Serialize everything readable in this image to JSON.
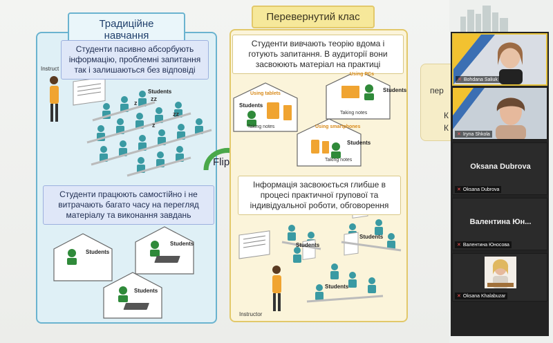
{
  "slide": {
    "traditional": {
      "title": "Традиційне навчання",
      "note_top": "Студенти пасивно абсорбують інформацію, проблемні запитання так і залишаються без відповіді",
      "note_bottom": "Студенти працюють самостійно і не витрачають багато часу на перегляд матеріалу та виконання завдань",
      "instructor_label": "Instruct",
      "students_label": "Students"
    },
    "flipped": {
      "title": "Перевернутий клас",
      "note_top": "Студенти вивчають теорію вдома і готують запитання. В аудиторії вони засвоюють матеріал на практиці",
      "note_bottom": "Інформація засвоюється глибше в процесі практичної групової та індивідуальної роботи, обговорення",
      "using_tablets": "Using tablets",
      "using_pcs": "Using PCs",
      "using_smartphones": "Using smartphones",
      "students_label": "Students",
      "taking_notes": "Taking notes",
      "instructor_label": "Instructor"
    },
    "flip_label": "Flip",
    "ghost_text": [
      "пер",
      "К",
      "К"
    ]
  },
  "participants": [
    {
      "name": "Bohdana Saliuk",
      "video": true
    },
    {
      "name": "Iryna Shkola",
      "video": true
    },
    {
      "name": "Oksana Dubrova",
      "display": "Oksana Dubrova",
      "video": false
    },
    {
      "name": "Валентина Юносова",
      "display": "Валентина Юн...",
      "video": false
    },
    {
      "name": "Oksana Khalabuzar",
      "video": true
    }
  ],
  "colors": {
    "traditional_border": "#6ab3cf",
    "flipped_border": "#e2c86a",
    "student_teal": "#3a9aa3",
    "accent_orange": "#f0a431",
    "sidebar_bg": "#232323"
  }
}
